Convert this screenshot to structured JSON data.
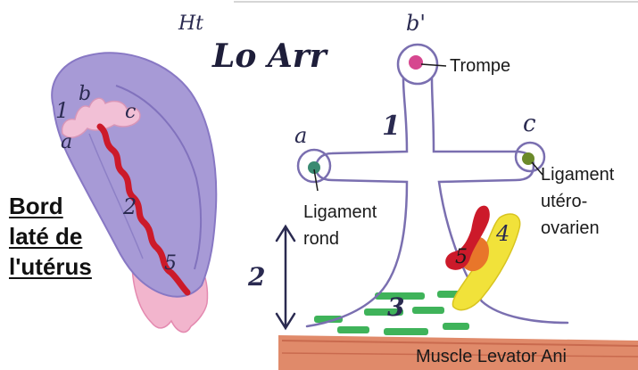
{
  "header": {
    "annotation_top": "Ht",
    "annotation_main": "Lo Arr"
  },
  "left_figure": {
    "title_lines": [
      "Bord",
      "laté de",
      "l'utérus"
    ],
    "markers": [
      "1",
      "b",
      "c",
      "a",
      "2",
      "5"
    ]
  },
  "right_figure": {
    "markers": {
      "b": "b'",
      "a": "a",
      "c": "c",
      "one": "1",
      "two": "2",
      "three": "3",
      "four": "4",
      "five": "5"
    },
    "labels": {
      "trompe": "Trompe",
      "ligament_rond_1": "Ligament",
      "ligament_rond_2": "rond",
      "ligament_uo_1": "Ligament",
      "ligament_uo_2": "utéro-",
      "ligament_uo_3": "ovarien",
      "muscle": "Muscle Levator Ani"
    }
  },
  "colors": {
    "uterus_purple": "#a79ad6",
    "uterus_pink": "#f2b5cd",
    "artery_red": "#cc1a2a",
    "trompe_magenta": "#d6478f",
    "ligament_rond_green": "#3a8a72",
    "ligament_uo_olive": "#6b8a2a",
    "ureter_yellow": "#f1e23a",
    "levator_green": "#3fb35a",
    "muscle_salmon": "#e08a6a",
    "outline_purple": "#7a6fb0"
  }
}
